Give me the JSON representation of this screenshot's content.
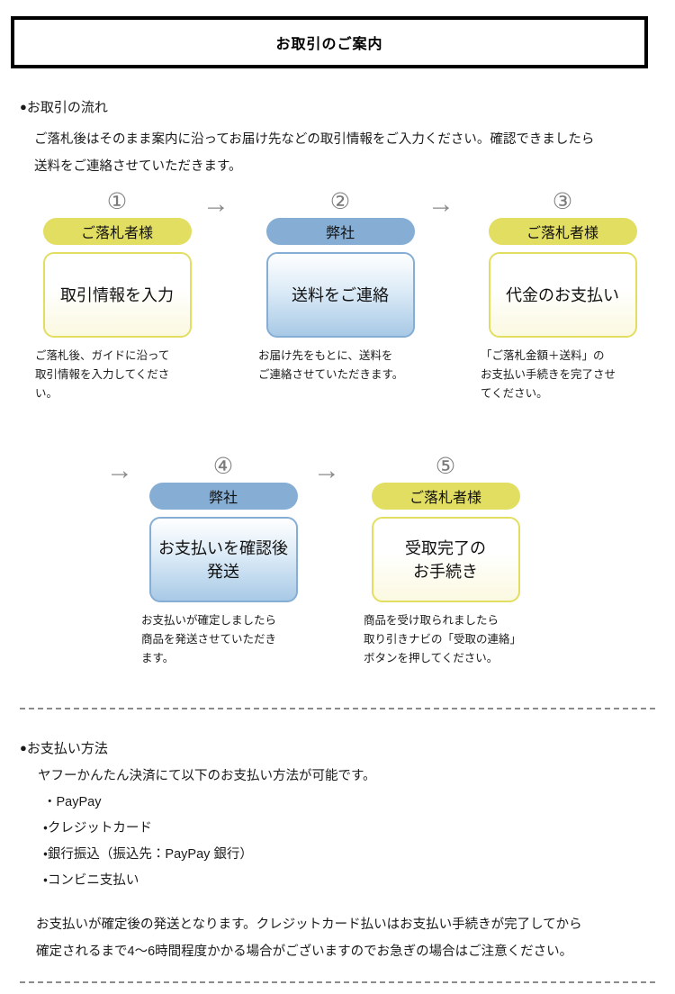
{
  "header": {
    "title": "お取引のご案内"
  },
  "flow_section": {
    "heading_bullet": "●",
    "heading": "お取引の流れ",
    "intro_lines": [
      "ご落札後はそのまま案内に沿ってお届け先などの取引情報をご入力ください。確認できましたら",
      "送料をご連絡させていただきます。"
    ],
    "arrow_glyph": "→",
    "steps": [
      {
        "number": "①",
        "role": "ご落札者様",
        "role_type": "buyer",
        "action": "取引情報を入力",
        "caption_lines": [
          "ご落札後、ガイドに沿って",
          "取引情報を入力してくださ",
          "い。"
        ]
      },
      {
        "number": "②",
        "role": "弊社",
        "role_type": "seller",
        "action": "送料をご連絡",
        "caption_lines": [
          "お届け先をもとに、送料を",
          "ご連絡させていただきます。"
        ]
      },
      {
        "number": "③",
        "role": "ご落札者様",
        "role_type": "buyer",
        "action": "代金のお支払い",
        "caption_lines": [
          "「ご落札金額＋送料」の",
          "お支払い手続きを完了させ",
          "てください。"
        ]
      },
      {
        "number": "④",
        "role": "弊社",
        "role_type": "seller",
        "action": "お支払いを確認後\n発送",
        "caption_lines": [
          "お支払いが確定しましたら",
          "商品を発送させていただき",
          "ます。"
        ]
      },
      {
        "number": "⑤",
        "role": "ご落札者様",
        "role_type": "buyer",
        "action": "受取完了の\nお手続き",
        "caption_lines": [
          "商品を受け取られましたら",
          "取り引きナビの「受取の連絡」",
          "ボタンを押してください。"
        ]
      }
    ]
  },
  "payment_section": {
    "heading_bullet": "●",
    "heading": "お支払い方法",
    "lead": "ヤフーかんたん決済にて以下のお支払い方法が可能です。",
    "methods": [
      "・PayPay",
      "・クレジットカード",
      "・銀行振込（振込先：PayPay 銀行）",
      "・コンビニ支払い"
    ],
    "note_lines": [
      "お支払いが確定後の発送となります。クレジットカード払いはお支払い手続きが完了してから",
      "確定されるまで4～6時間程度かかる場合がございますのでお急ぎの場合はご注意ください。"
    ]
  },
  "colors": {
    "buyer_accent": "#e2de62",
    "seller_accent": "#86aed4",
    "text": "#1a1a1a",
    "arrow_gray": "#8a8a8a",
    "divider_gray": "#8c8c8c",
    "header_border": "#000000"
  }
}
